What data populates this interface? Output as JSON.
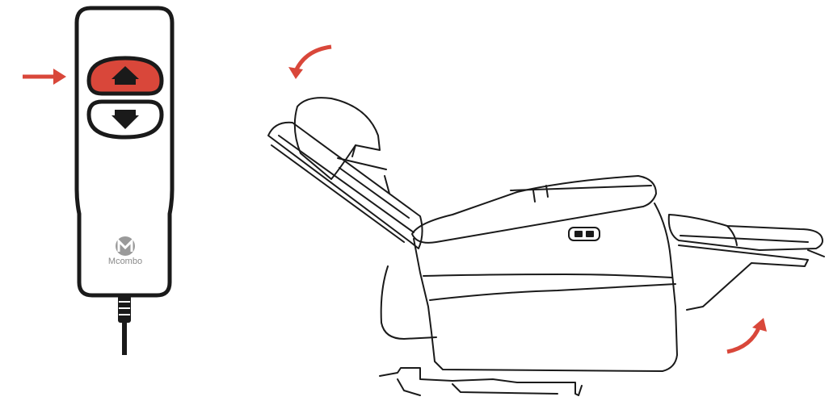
{
  "remote": {
    "brand": "Mcombo",
    "buttons": [
      {
        "name": "up",
        "icon": "arrow-up-icon",
        "active": true,
        "color": "#d9473a"
      },
      {
        "name": "down",
        "icon": "arrow-down-icon",
        "active": false,
        "color": "#ffffff"
      }
    ],
    "indicator_color": "#d9473a"
  },
  "colors": {
    "accent": "#d9473a",
    "line": "#1a1a1a"
  }
}
